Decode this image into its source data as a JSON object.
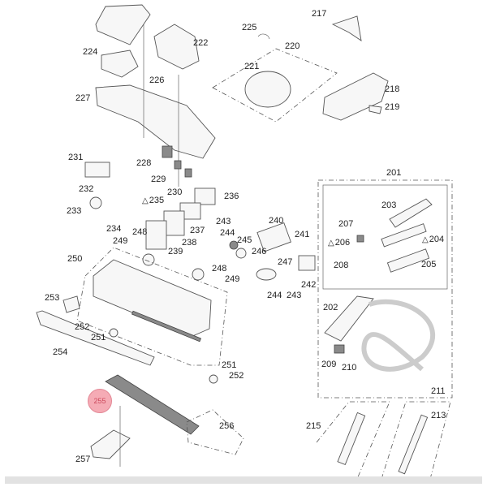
{
  "diagram": {
    "type": "exploded-parts-diagram",
    "highlighted_part": "255",
    "highlight_color": "#f4a3ad",
    "parts": [
      {
        "id": "p201",
        "label": "201"
      },
      {
        "id": "p202",
        "label": "202"
      },
      {
        "id": "p203",
        "label": "203"
      },
      {
        "id": "p204",
        "label": "204",
        "warning": true
      },
      {
        "id": "p205",
        "label": "205"
      },
      {
        "id": "p206",
        "label": "206",
        "warning": true
      },
      {
        "id": "p207",
        "label": "207"
      },
      {
        "id": "p208",
        "label": "208"
      },
      {
        "id": "p209",
        "label": "209"
      },
      {
        "id": "p210",
        "label": "210"
      },
      {
        "id": "p211",
        "label": "211"
      },
      {
        "id": "p213",
        "label": "213"
      },
      {
        "id": "p215",
        "label": "215"
      },
      {
        "id": "p217",
        "label": "217"
      },
      {
        "id": "p218",
        "label": "218"
      },
      {
        "id": "p219",
        "label": "219"
      },
      {
        "id": "p220",
        "label": "220"
      },
      {
        "id": "p221",
        "label": "221"
      },
      {
        "id": "p222",
        "label": "222"
      },
      {
        "id": "p224",
        "label": "224"
      },
      {
        "id": "p225",
        "label": "225"
      },
      {
        "id": "p226",
        "label": "226"
      },
      {
        "id": "p227",
        "label": "227"
      },
      {
        "id": "p228",
        "label": "228"
      },
      {
        "id": "p229",
        "label": "229"
      },
      {
        "id": "p230",
        "label": "230"
      },
      {
        "id": "p231",
        "label": "231"
      },
      {
        "id": "p232",
        "label": "232"
      },
      {
        "id": "p233",
        "label": "233"
      },
      {
        "id": "p234",
        "label": "234"
      },
      {
        "id": "p235",
        "label": "235",
        "warning": true
      },
      {
        "id": "p236",
        "label": "236"
      },
      {
        "id": "p237",
        "label": "237"
      },
      {
        "id": "p238",
        "label": "238"
      },
      {
        "id": "p239",
        "label": "239"
      },
      {
        "id": "p240",
        "label": "240"
      },
      {
        "id": "p241",
        "label": "241"
      },
      {
        "id": "p242",
        "label": "242"
      },
      {
        "id": "p243a",
        "label": "243"
      },
      {
        "id": "p243b",
        "label": "243"
      },
      {
        "id": "p244a",
        "label": "244"
      },
      {
        "id": "p244b",
        "label": "244"
      },
      {
        "id": "p245",
        "label": "245"
      },
      {
        "id": "p246",
        "label": "246"
      },
      {
        "id": "p247",
        "label": "247"
      },
      {
        "id": "p248a",
        "label": "248"
      },
      {
        "id": "p248b",
        "label": "248"
      },
      {
        "id": "p249a",
        "label": "249"
      },
      {
        "id": "p249b",
        "label": "249"
      },
      {
        "id": "p250",
        "label": "250"
      },
      {
        "id": "p251a",
        "label": "251"
      },
      {
        "id": "p251b",
        "label": "251"
      },
      {
        "id": "p252a",
        "label": "252"
      },
      {
        "id": "p252b",
        "label": "252"
      },
      {
        "id": "p253",
        "label": "253"
      },
      {
        "id": "p254",
        "label": "254"
      },
      {
        "id": "p255",
        "label": "255"
      },
      {
        "id": "p256",
        "label": "256"
      },
      {
        "id": "p257",
        "label": "257"
      }
    ]
  }
}
